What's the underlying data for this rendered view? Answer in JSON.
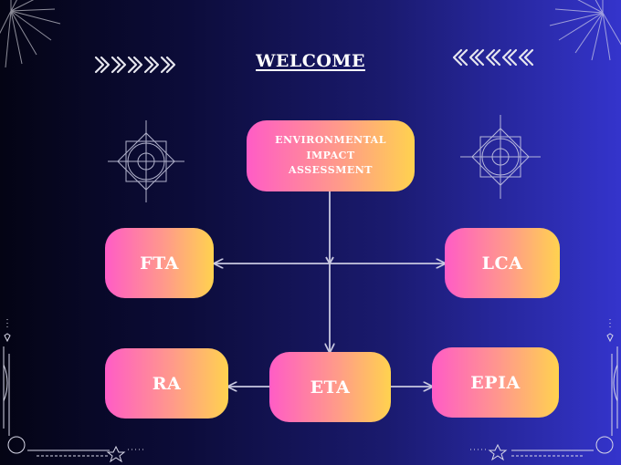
{
  "title": "WELCOME",
  "diagram": {
    "nodes": [
      {
        "id": "eia",
        "lines": [
          "ENVIRONMENTAL",
          "IMPACT",
          "ASSESSMENT"
        ]
      },
      {
        "id": "fta",
        "label": "FTA"
      },
      {
        "id": "lca",
        "label": "LCA"
      },
      {
        "id": "ra",
        "label": "RA"
      },
      {
        "id": "eta",
        "label": "ETA"
      },
      {
        "id": "epia",
        "label": "EPIA"
      }
    ],
    "edges": [
      {
        "from": "eia",
        "to": "fta"
      },
      {
        "from": "eia",
        "to": "lca"
      },
      {
        "from": "eia",
        "to": "eta"
      },
      {
        "from": "eta",
        "to": "ra"
      },
      {
        "from": "eta",
        "to": "epia"
      }
    ]
  },
  "colors": {
    "background_left": "#040414",
    "background_right": "#3434cc",
    "node_gradient_start": "#ff5cc6",
    "node_gradient_end": "#ffd24f",
    "connector": "#c8c8e0",
    "text": "#ffffff"
  },
  "icons": [
    "chevron-right-icon",
    "chevron-left-icon",
    "geometric-star-icon",
    "sunburst-icon",
    "corner-ornament-icon"
  ]
}
